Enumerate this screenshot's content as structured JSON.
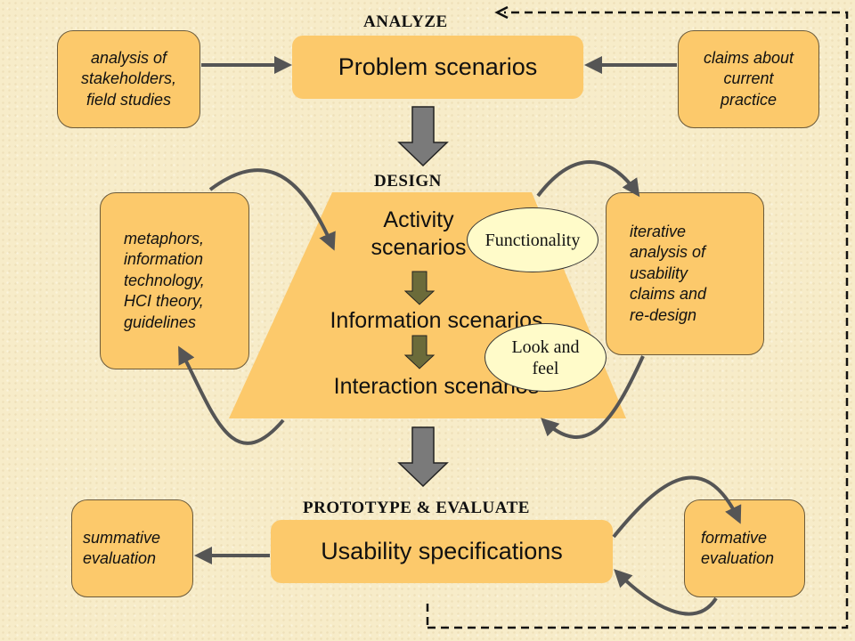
{
  "stages": {
    "analyze": "ANALYZE",
    "design": "DESIGN",
    "prototype": "PROTOTYPE & EVALUATE"
  },
  "main": {
    "problem": "Problem scenarios",
    "activity": "Activity\nscenarios",
    "information": "Information scenarios",
    "interaction": "Interaction scenarios",
    "usability": "Usability specifications"
  },
  "inputs": {
    "stakeholders": "analysis of\nstakeholders,\nfield studies",
    "claims": "claims about\ncurrent\npractice",
    "metaphors": "metaphors,\ninformation\ntechnology,\nHCI theory,\nguidelines",
    "iterative": "iterative\nanalysis of\nusability\nclaims and\nre-design",
    "summative": "summative\nevaluation",
    "formative": "formative\nevaluation"
  },
  "callouts": {
    "functionality": "Functionality",
    "look_and_feel": "Look and\nfeel"
  },
  "colors": {
    "box_fill": "#fcc96b",
    "background": "#f7ecc9",
    "ellipse_fill": "#fffbc9",
    "arrow": "#555555",
    "down_arrow": "#7a7a7a",
    "small_down_arrow": "#6b6b3a"
  }
}
